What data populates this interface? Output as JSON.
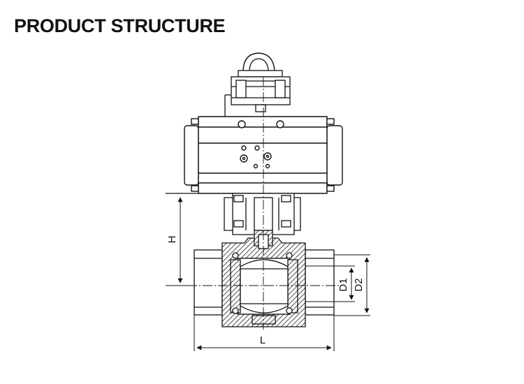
{
  "page": {
    "title": "PRODUCT STRUCTURE"
  },
  "dimensions": {
    "height_label": "H",
    "length_label": "L",
    "inner_diameter_label": "D1",
    "outer_diameter_label": "D2"
  },
  "colors": {
    "line": "#111111",
    "hatch": "#222222",
    "background": "#ffffff"
  }
}
